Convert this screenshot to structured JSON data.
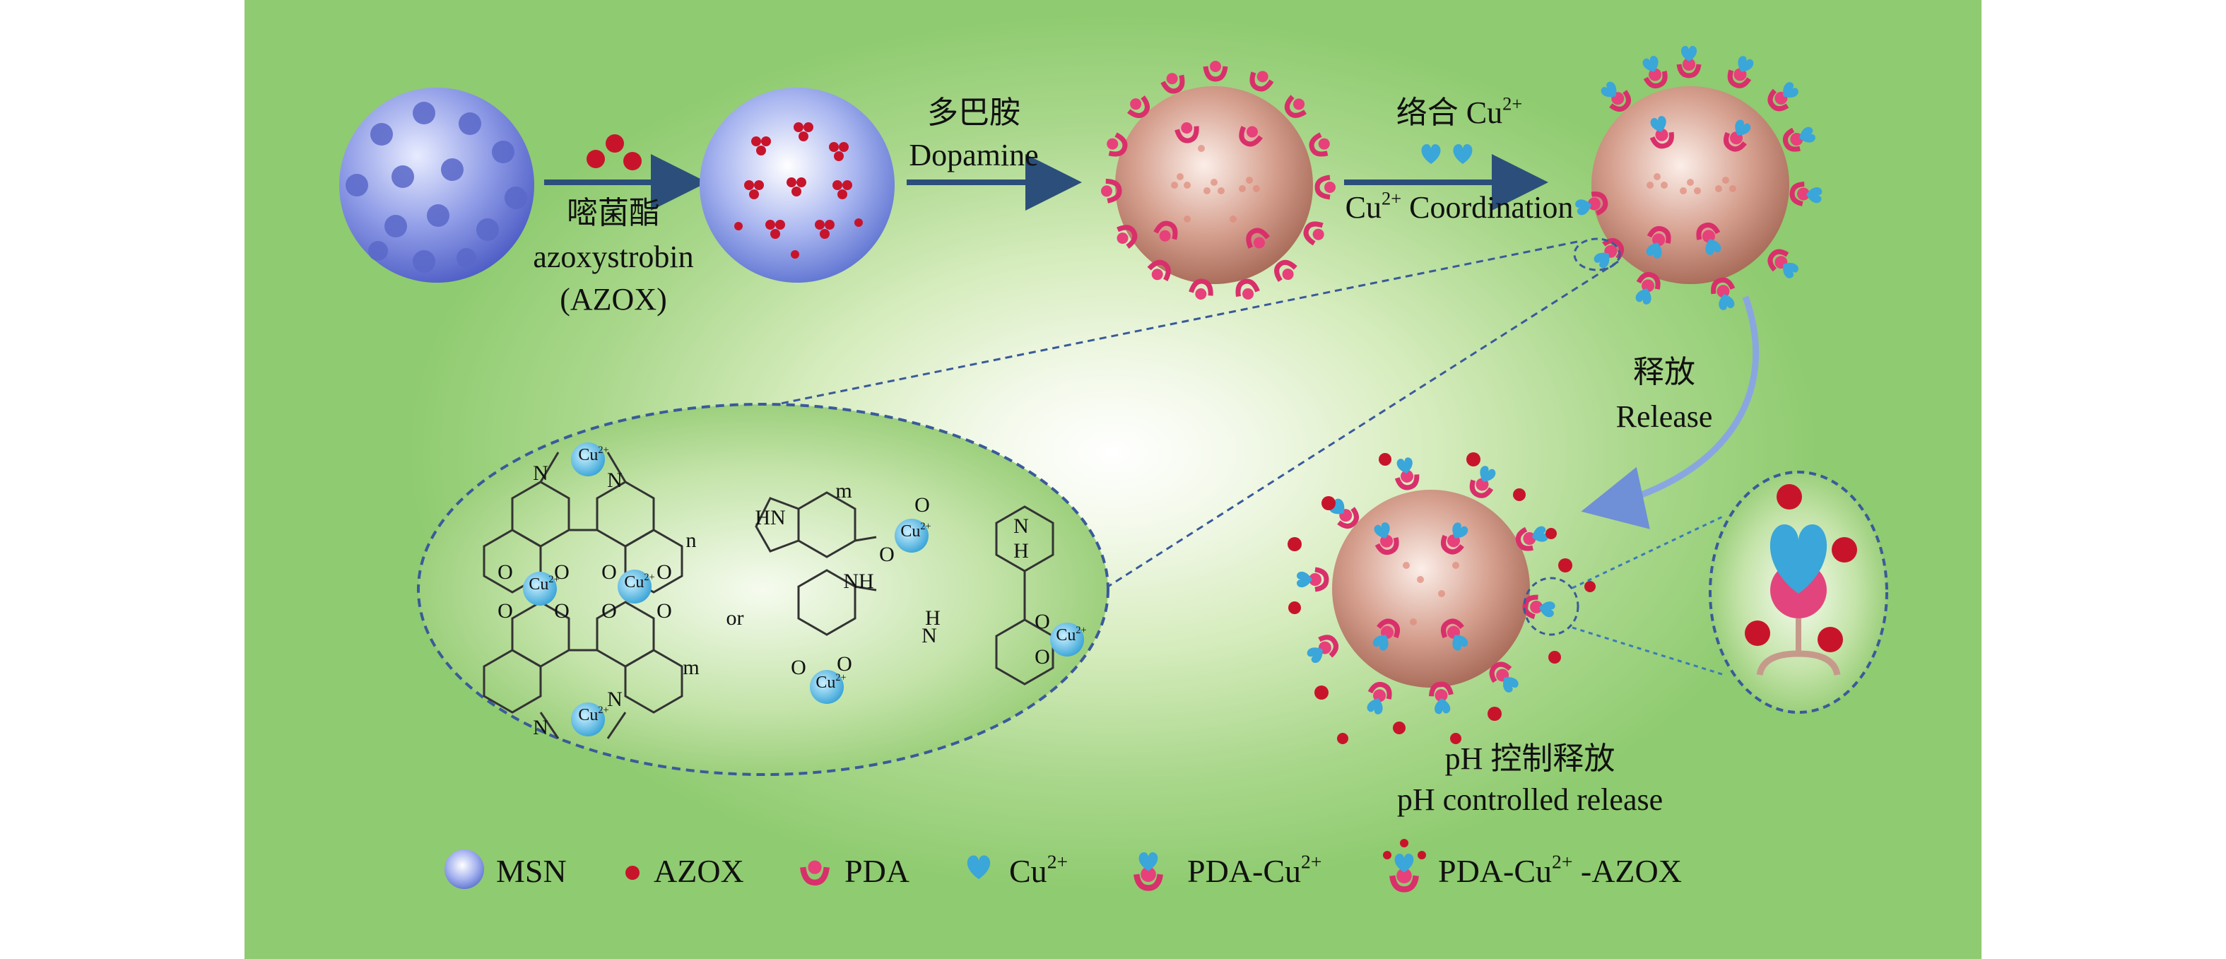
{
  "step1": {
    "zh": "嘧菌酯",
    "en": "azoxystrobin",
    "abbr": "(AZOX)"
  },
  "step2": {
    "zh": "多巴胺",
    "en": "Dopamine"
  },
  "step3": {
    "zh": "络合 Cu",
    "zh_sup": "2+",
    "en_pre": "Cu",
    "en_sup": "2+",
    "en_post": " Coordination"
  },
  "release": {
    "zh": "释放",
    "en": "Release"
  },
  "ph_release": {
    "zh": "pH 控制释放",
    "en": "pH controlled release"
  },
  "structure": {
    "cu": "Cu",
    "cu_charge": "2+",
    "n": "N",
    "nh": "NH",
    "hn": "HN",
    "h": "H",
    "o": "O",
    "or": "or",
    "idx_n": "n",
    "idx_m": "m"
  },
  "legend": {
    "msn": "MSN",
    "azox": "AZOX",
    "pda": "PDA",
    "cu": "Cu",
    "cu_sup": "2+",
    "pda_cu": "PDA-Cu",
    "pda_cu_sup": "2+",
    "pda_cu_azox_pre": "PDA-Cu",
    "pda_cu_azox_sup": "2+",
    "pda_cu_azox_post": " -AZOX"
  },
  "colors": {
    "background_center": "#ffffff",
    "background_edge": "#8fcb70",
    "msn": "#6f7fd8",
    "azox": "#c8142b",
    "pda": "#d92f6b",
    "cu": "#3aa6d9",
    "particle_brown": "#b5735e",
    "arrow": "#2b4f7a",
    "ellipse_fill": "#9fd07d"
  }
}
